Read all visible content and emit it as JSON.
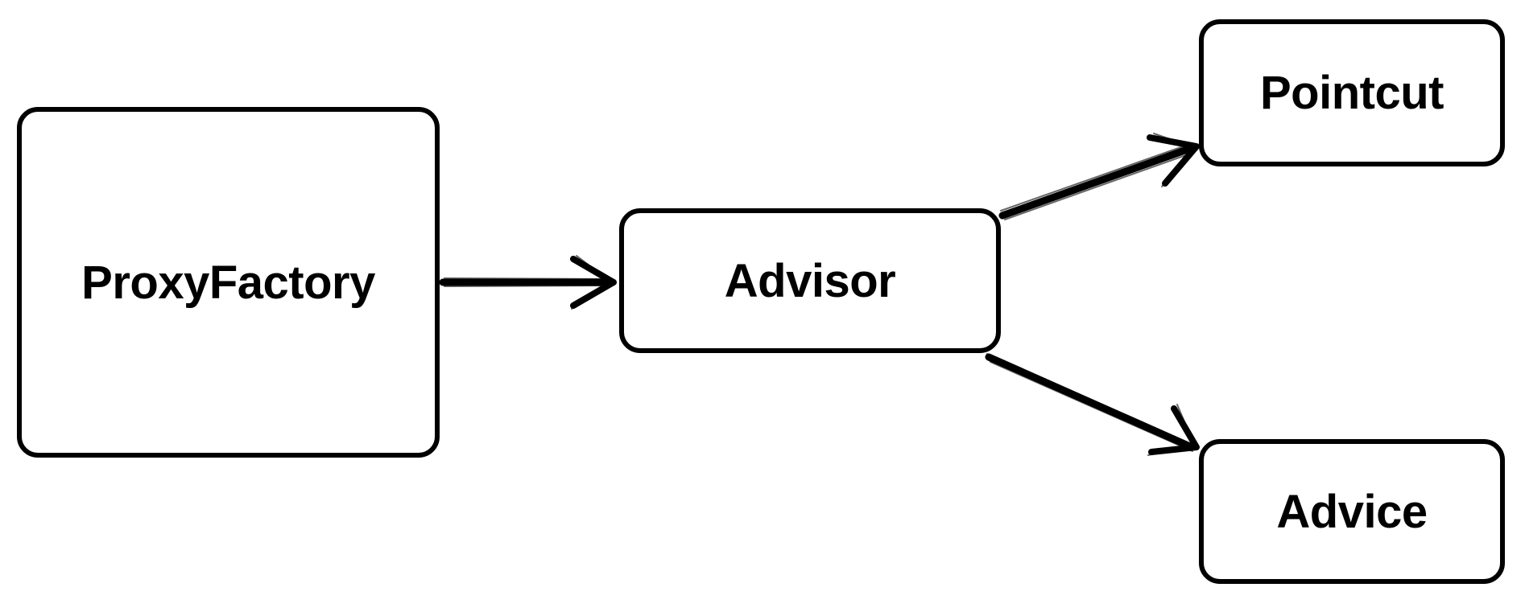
{
  "nodes": {
    "proxyfactory": {
      "label": "ProxyFactory"
    },
    "advisor": {
      "label": "Advisor"
    },
    "pointcut": {
      "label": "Pointcut"
    },
    "advice": {
      "label": "Advice"
    }
  },
  "edges": [
    {
      "from": "ProxyFactory",
      "to": "Advisor"
    },
    {
      "from": "Advisor",
      "to": "Pointcut"
    },
    {
      "from": "Advisor",
      "to": "Advice"
    }
  ],
  "colors": {
    "stroke": "#000000",
    "background": "#ffffff"
  }
}
